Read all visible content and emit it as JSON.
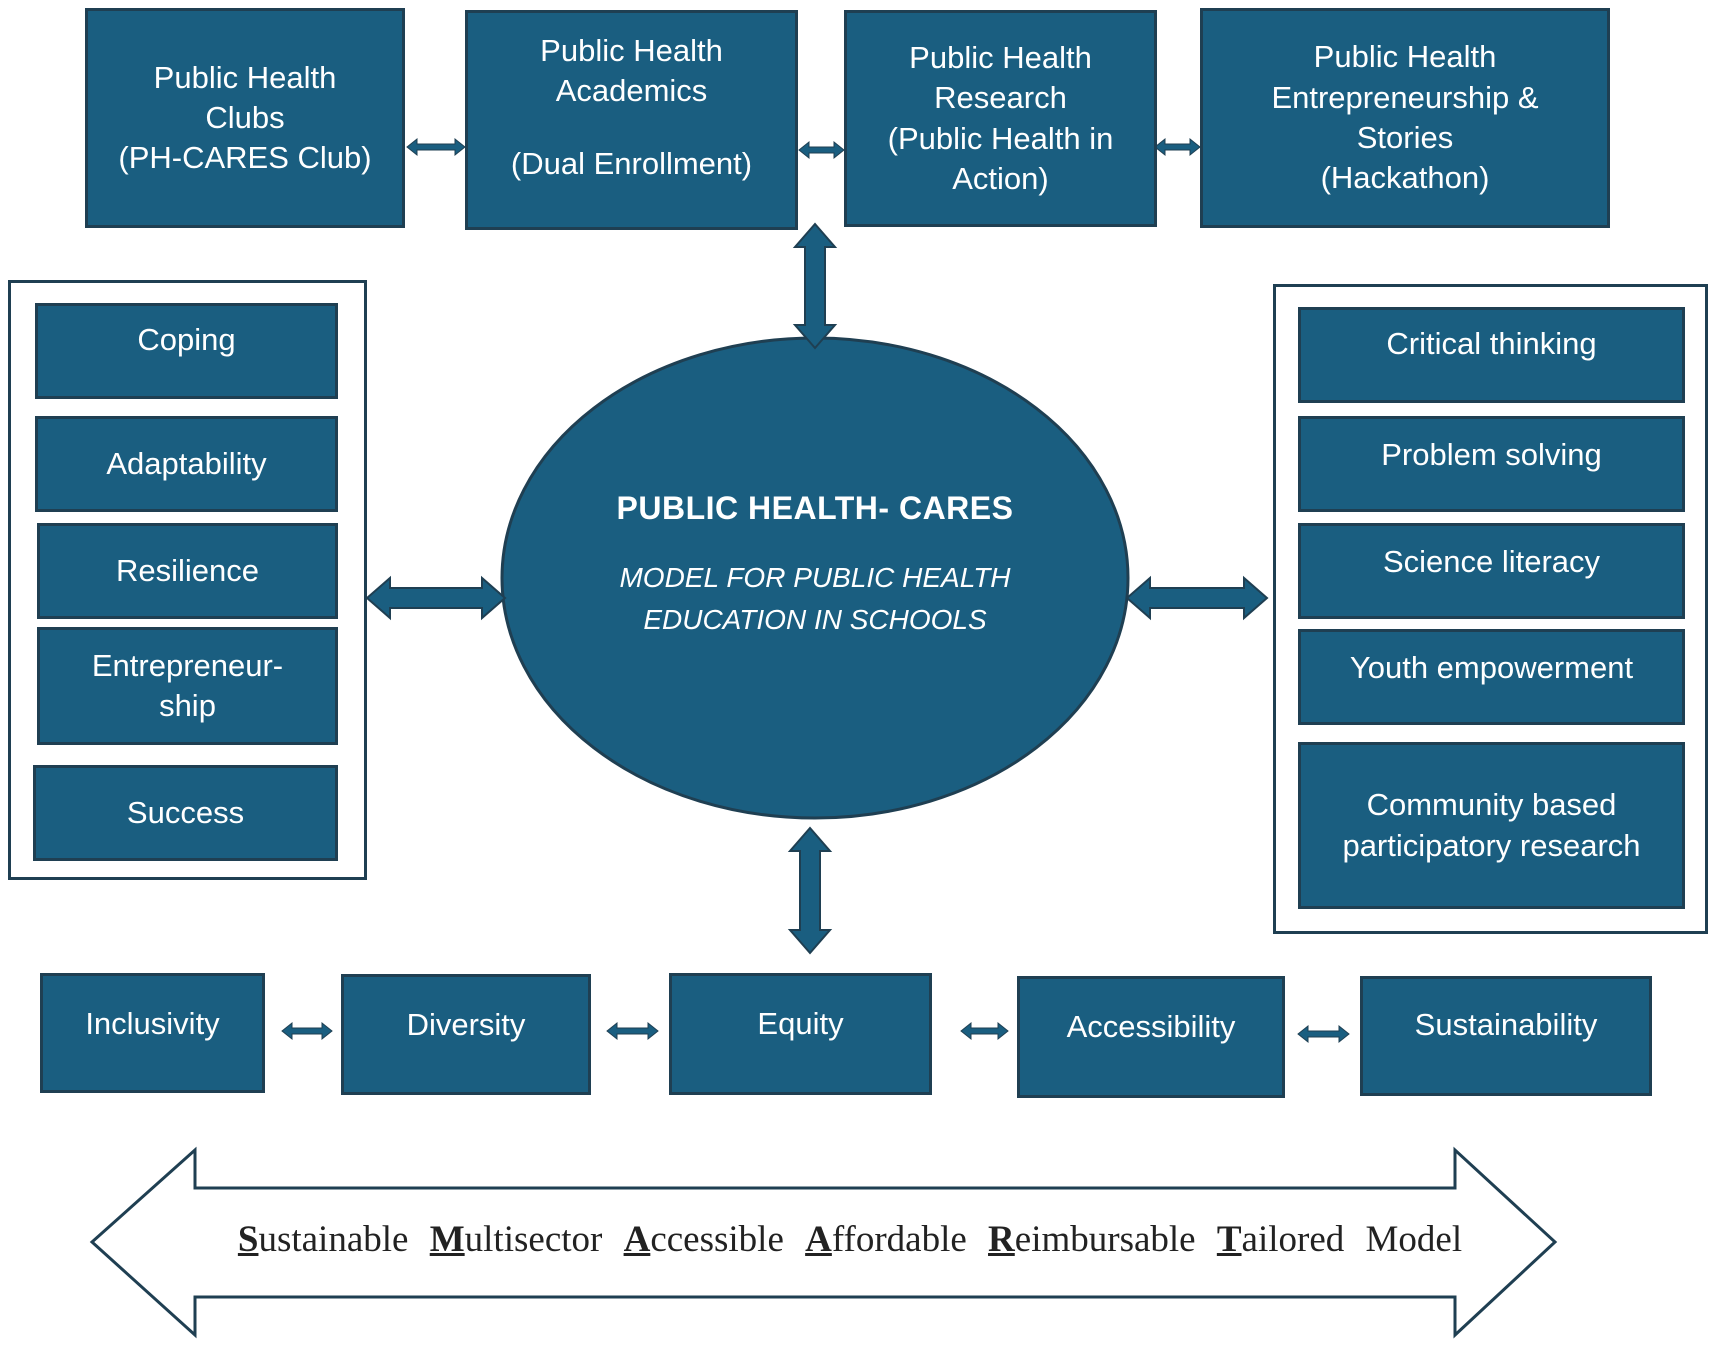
{
  "colors": {
    "box_fill": "#1a5e80",
    "box_border": "#1f3f52",
    "text": "#ffffff",
    "banner_border": "#1f3f52"
  },
  "top_row": [
    {
      "lines": [
        "Public Health",
        "Clubs",
        "(PH-CARES Club)"
      ]
    },
    {
      "lines": [
        "Public Health",
        "Academics",
        "",
        "(Dual Enrollment)"
      ]
    },
    {
      "lines": [
        "Public Health",
        "Research",
        "(Public Health in",
        "Action)"
      ]
    },
    {
      "lines": [
        "Public Health",
        "Entrepreneurship &",
        "Stories",
        "(Hackathon)"
      ]
    }
  ],
  "left_column": [
    {
      "lines": [
        "Coping"
      ]
    },
    {
      "lines": [
        "Adaptability"
      ]
    },
    {
      "lines": [
        "Resilience"
      ]
    },
    {
      "lines": [
        "Entrepreneur-",
        "ship"
      ]
    },
    {
      "lines": [
        "Success"
      ]
    }
  ],
  "right_column": [
    {
      "lines": [
        "Critical thinking"
      ]
    },
    {
      "lines": [
        "Problem solving"
      ]
    },
    {
      "lines": [
        "Science literacy"
      ]
    },
    {
      "lines": [
        "Youth empowerment"
      ]
    },
    {
      "lines": [
        "Community based",
        "participatory research"
      ]
    }
  ],
  "center": {
    "title": "PUBLIC HEALTH- CARES",
    "subtitle_lines": [
      "MODEL FOR PUBLIC HEALTH",
      "EDUCATION IN SCHOOLS"
    ]
  },
  "bottom_row": [
    {
      "lines": [
        "Inclusivity"
      ]
    },
    {
      "lines": [
        "Diversity"
      ]
    },
    {
      "lines": [
        "Equity"
      ]
    },
    {
      "lines": [
        "Accessibility"
      ]
    },
    {
      "lines": [
        "Sustainability"
      ]
    }
  ],
  "banner": {
    "words": [
      {
        "initial": "S",
        "rest": "ustainable"
      },
      {
        "initial": "M",
        "rest": "ultisector"
      },
      {
        "initial": "A",
        "rest": "ccessible"
      },
      {
        "initial": "A",
        "rest": "ffordable"
      },
      {
        "initial": "R",
        "rest": "eimbursable"
      },
      {
        "initial": "T",
        "rest": "ailored"
      },
      {
        "initial": "",
        "rest": "Model"
      }
    ]
  }
}
